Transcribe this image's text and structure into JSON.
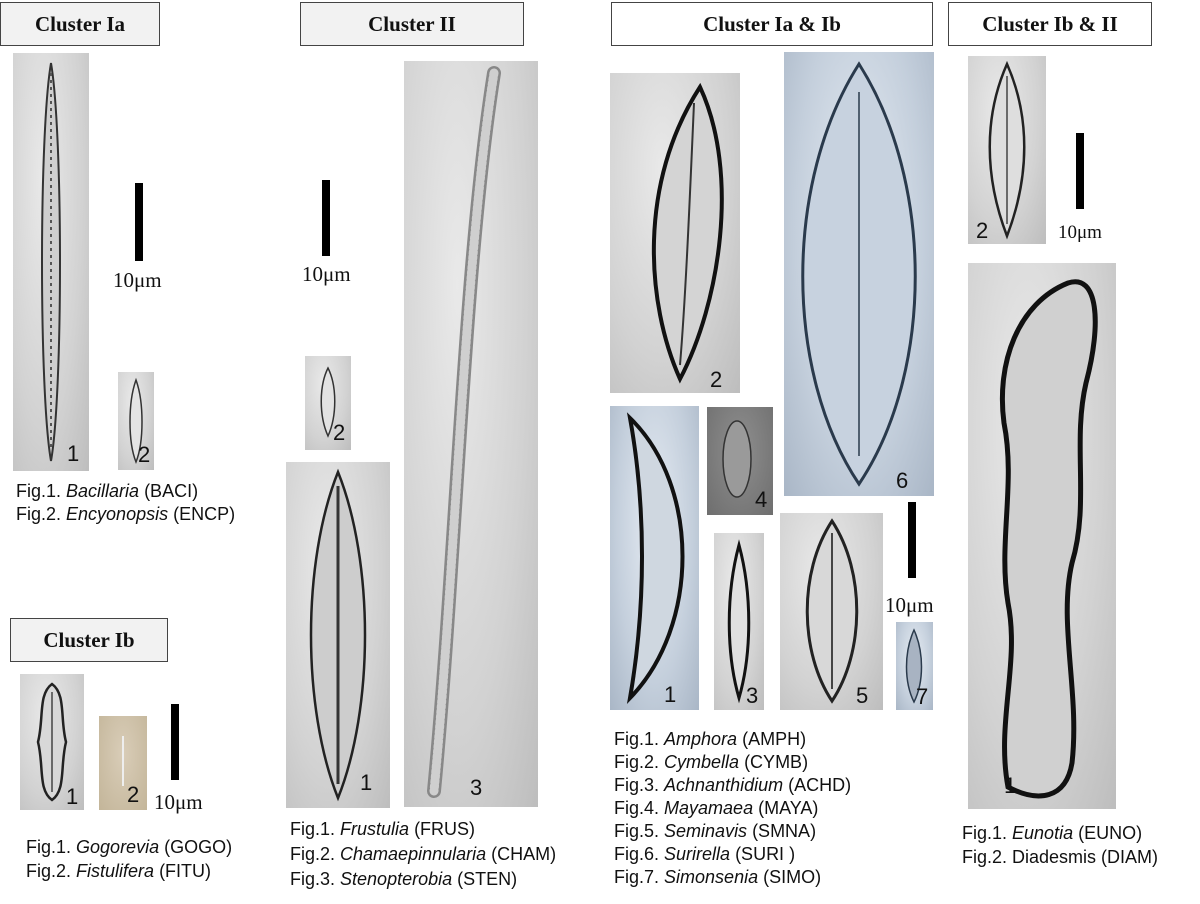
{
  "panels": {
    "cluster_ia": {
      "title": "Cluster Ia",
      "scale": "10μm",
      "fig_numbers": [
        "1",
        "2"
      ],
      "captions": [
        {
          "prefix": "Fig.1. ",
          "genus": "Bacillaria",
          "code": " (BACI)"
        },
        {
          "prefix": "Fig.2. ",
          "genus": "Encyonopsis",
          "code": " (ENCP)"
        }
      ]
    },
    "cluster_ib": {
      "title": "Cluster Ib",
      "scale": "10μm",
      "fig_numbers": [
        "1",
        "2"
      ],
      "captions": [
        {
          "prefix": "Fig.1. ",
          "genus": "Gogorevia",
          "code": " (GOGO)"
        },
        {
          "prefix": "Fig.2. ",
          "genus": "Fistulifera",
          "code": " (FITU)"
        }
      ]
    },
    "cluster_ii": {
      "title": "Cluster II",
      "scale": "10μm",
      "fig_numbers": [
        "1",
        "2",
        "3"
      ],
      "captions": [
        {
          "prefix": "Fig.1. ",
          "genus": "Frustulia",
          "code": " (FRUS)"
        },
        {
          "prefix": "Fig.2. ",
          "genus": "Chamaepinnularia",
          "code": " (CHAM)"
        },
        {
          "prefix": "Fig.3. ",
          "genus": "Stenopterobia",
          "code": " (STEN)"
        }
      ]
    },
    "cluster_ia_ib": {
      "title": "Cluster Ia  & Ib",
      "scale": "10μm",
      "fig_numbers": [
        "1",
        "2",
        "3",
        "4",
        "5",
        "6",
        "7"
      ],
      "captions": [
        {
          "prefix": "Fig.1. ",
          "genus": "Amphora",
          "code": "  (AMPH)"
        },
        {
          "prefix": "Fig.2. ",
          "genus": "Cymbella",
          "code": " (CYMB)"
        },
        {
          "prefix": "Fig.3. ",
          "genus": "Achnanthidium",
          "code": " (ACHD)"
        },
        {
          "prefix": "Fig.4. ",
          "genus": "Mayamaea",
          "code": " (MAYA)"
        },
        {
          "prefix": "Fig.5. ",
          "genus": "Seminavis",
          "code": " (SMNA)"
        },
        {
          "prefix": "Fig.6. ",
          "genus": "Surirella",
          "code": " (SURI )"
        },
        {
          "prefix": "Fig.7. ",
          "genus": "Simonsenia",
          "code": " (SIMO)"
        }
      ]
    },
    "cluster_ib_ii": {
      "title": "Cluster Ib & II",
      "scale": "10μm",
      "fig_numbers": [
        "1",
        "2"
      ],
      "captions": [
        {
          "prefix": "Fig.1. ",
          "genus": "Eunotia",
          "code": " (EUNO)"
        },
        {
          "prefix": "Fig.2. ",
          "genus": "",
          "code": "Diadesmis (DIAM)"
        }
      ]
    }
  }
}
